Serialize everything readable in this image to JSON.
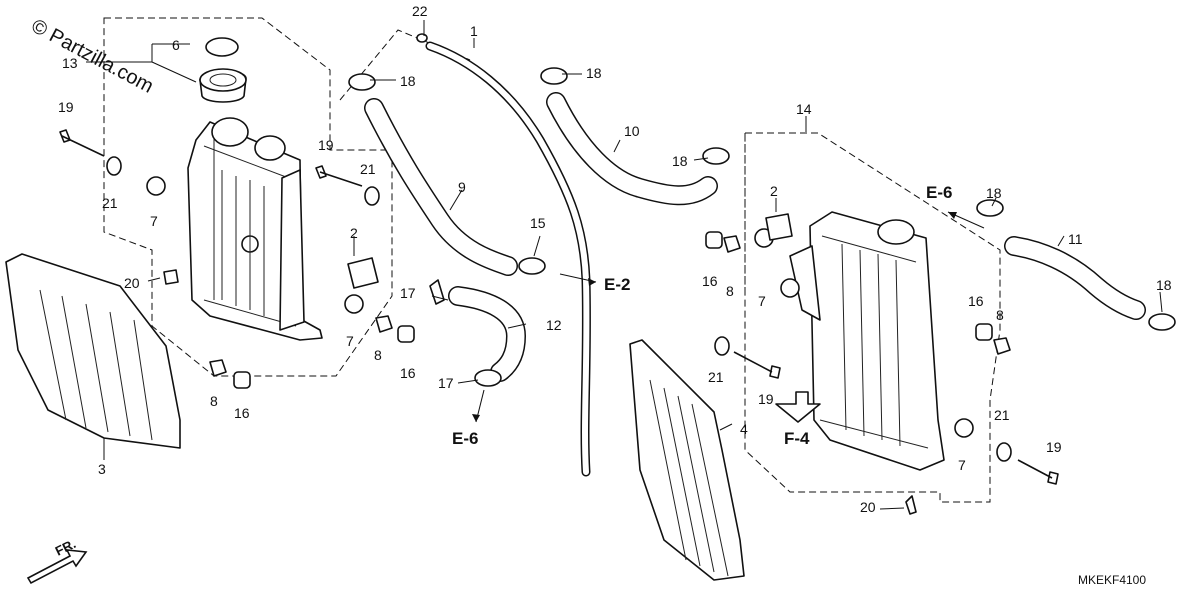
{
  "watermark": "© Partzilla.com",
  "diagram_code": "MKEKF4100",
  "front_label": "FR.",
  "part_numbers": {
    "p1": "1",
    "p2_left": "2",
    "p2_right": "2",
    "p3": "3",
    "p4": "4",
    "p6": "6",
    "p7_a": "7",
    "p7_b": "7",
    "p7_c": "7",
    "p7_d": "7",
    "p8_a": "8",
    "p8_b": "8",
    "p8_c": "8",
    "p8_d": "8",
    "p9": "9",
    "p10": "10",
    "p11": "11",
    "p12": "12",
    "p13": "13",
    "p14": "14",
    "p15": "15",
    "p16_a": "16",
    "p16_b": "16",
    "p16_c": "16",
    "p16_d": "16",
    "p17_a": "17",
    "p17_b": "17",
    "p18_a": "18",
    "p18_b": "18",
    "p18_c": "18",
    "p18_d": "18",
    "p18_e": "18",
    "p19_a": "19",
    "p19_b": "19",
    "p19_c": "19",
    "p19_d": "19",
    "p20_a": "20",
    "p20_b": "20",
    "p21_a": "21",
    "p21_b": "21",
    "p21_c": "21",
    "p21_d": "21",
    "p22": "22"
  },
  "references": {
    "e2": "E-2",
    "e6_bottom": "E-6",
    "e6_right": "E-6",
    "f4": "F-4"
  }
}
